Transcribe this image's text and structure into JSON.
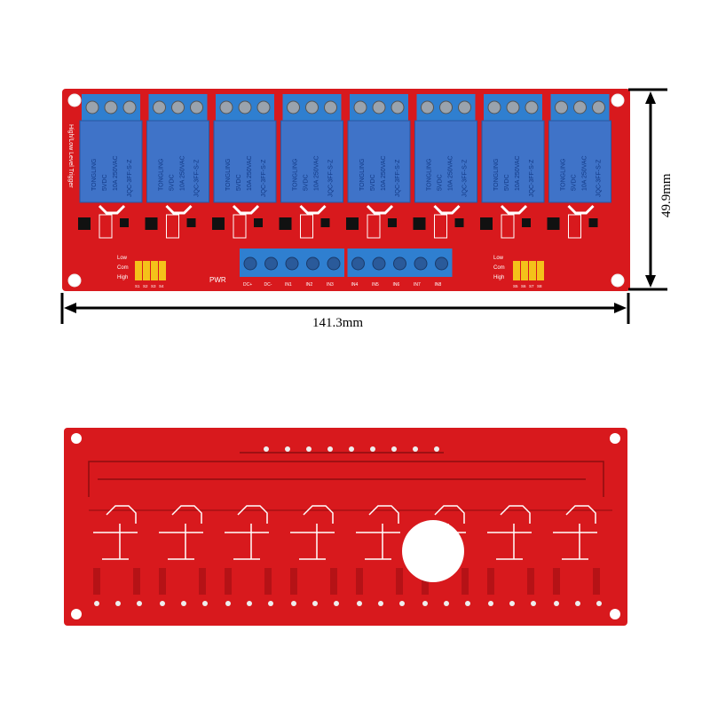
{
  "colors": {
    "pcb": "#d8191d",
    "relay": "#3f73c8",
    "terminal": "#2f7fd0",
    "jumper": "#f4c21a",
    "traces": "#8e0d10"
  },
  "dimensions": {
    "width_label": "141.3mm",
    "height_label": "49.9mm"
  },
  "board": {
    "side_text": "High/Low Level Trigger",
    "relay_count": 8,
    "relay_text": {
      "brand": "TONGLING",
      "voltage": "5VDC",
      "rating": "10A 250VAC",
      "model": "JQC-3FF-S-Z"
    },
    "jumper_labels": {
      "low": "Low",
      "com": "Com",
      "high": "High"
    },
    "jumper_left": [
      "S1",
      "S2",
      "S3",
      "S4"
    ],
    "jumper_right": [
      "S5",
      "S6",
      "S7",
      "S8"
    ],
    "pwr_label": "PWR",
    "input_terminals": [
      "DC+",
      "DC-",
      "IN1",
      "IN2",
      "IN3",
      "IN4",
      "IN5",
      "IN6",
      "IN7",
      "IN8"
    ]
  }
}
